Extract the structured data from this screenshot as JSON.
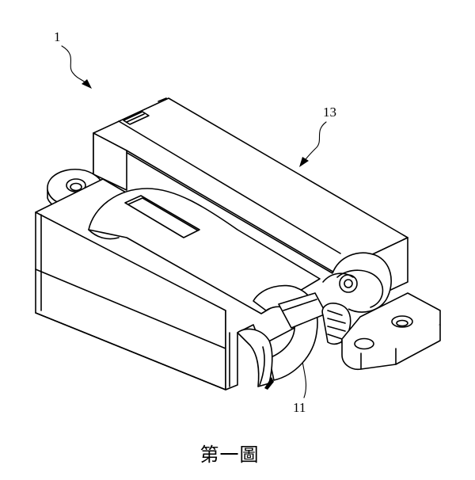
{
  "figure": {
    "caption": "第一圖",
    "labels": {
      "assembly": "1",
      "housing": "13",
      "clip": "11"
    }
  }
}
